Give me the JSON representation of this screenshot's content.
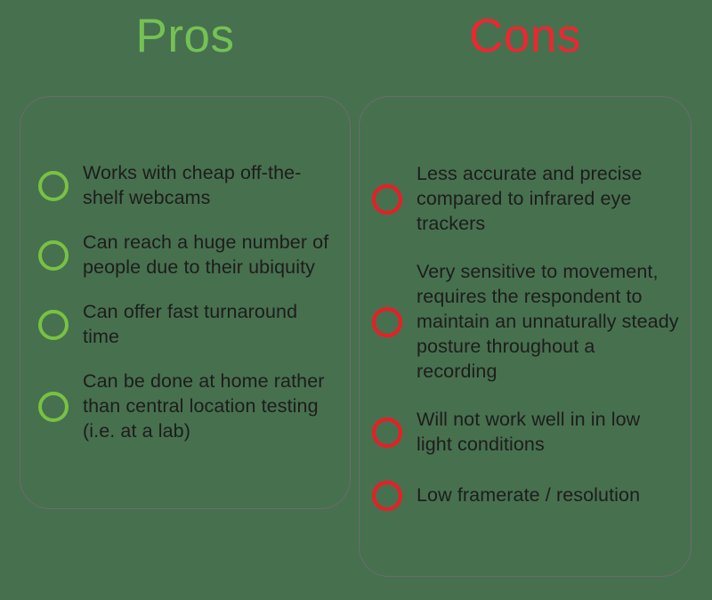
{
  "columns": [
    {
      "key": "pros",
      "title": "Pros",
      "accent_color": "#74c254",
      "bullet_color": "#79c143",
      "items": [
        {
          "bullet": "circle-outline-icon",
          "text": "Works with cheap off-the-shelf webcams"
        },
        {
          "bullet": "circle-outline-icon",
          "text": "Can reach a huge number of people due to their ubiquity"
        },
        {
          "bullet": "circle-outline-icon",
          "text": "Can offer fast turnaround time"
        },
        {
          "bullet": "circle-outline-icon",
          "text": "Can be done at home rather than central location testing (i.e. at a lab)"
        }
      ]
    },
    {
      "key": "cons",
      "title": "Cons",
      "accent_color": "#ee2630",
      "bullet_color": "#ed1c24",
      "items": [
        {
          "bullet": "circle-outline-icon",
          "text": "Less accurate and precise compared to infrared eye trackers"
        },
        {
          "bullet": "circle-outline-icon",
          "text": "Very sensitive to movement, requires the respondent to maintain an unnaturally steady posture throughout a recording"
        },
        {
          "bullet": "circle-outline-icon",
          "text": "Will not work well in in low light conditions"
        },
        {
          "bullet": "circle-outline-icon",
          "text": "Low framerate / resolution"
        }
      ]
    }
  ],
  "theme": {
    "background_color": "#47704f",
    "card_border_color": "#6c6c6c",
    "text_color": "#1d1d1b"
  }
}
